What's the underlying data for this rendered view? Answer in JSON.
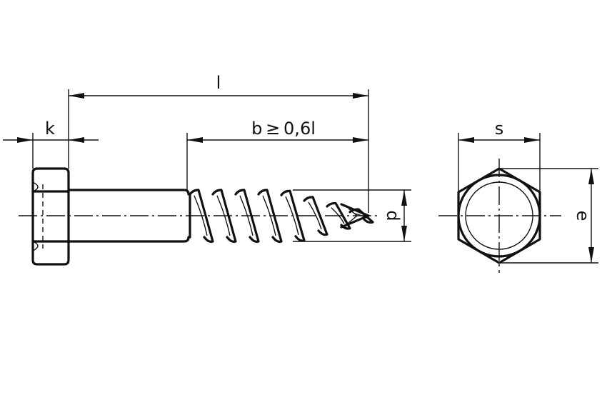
{
  "labels": {
    "length": "l",
    "head_height": "k",
    "thread_length": "b ≥ 0,6l",
    "diameter": "d",
    "width_across_flats": "s",
    "width_across_corners": "e"
  }
}
